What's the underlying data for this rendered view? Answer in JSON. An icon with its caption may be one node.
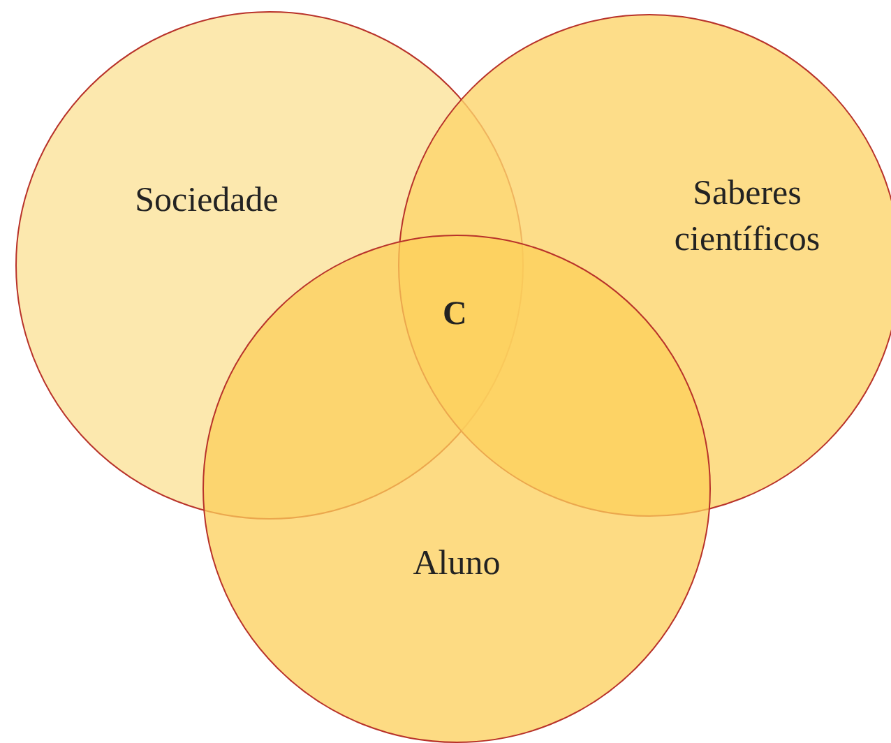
{
  "diagram": {
    "nodes": [
      {
        "text": [
          "Sociedade"
        ]
      },
      {
        "text": [
          "Saberes científicos"
        ]
      },
      {
        "text": [
          "Aluno"
        ]
      }
    ],
    "labels": [
      "C"
    ]
  }
}
